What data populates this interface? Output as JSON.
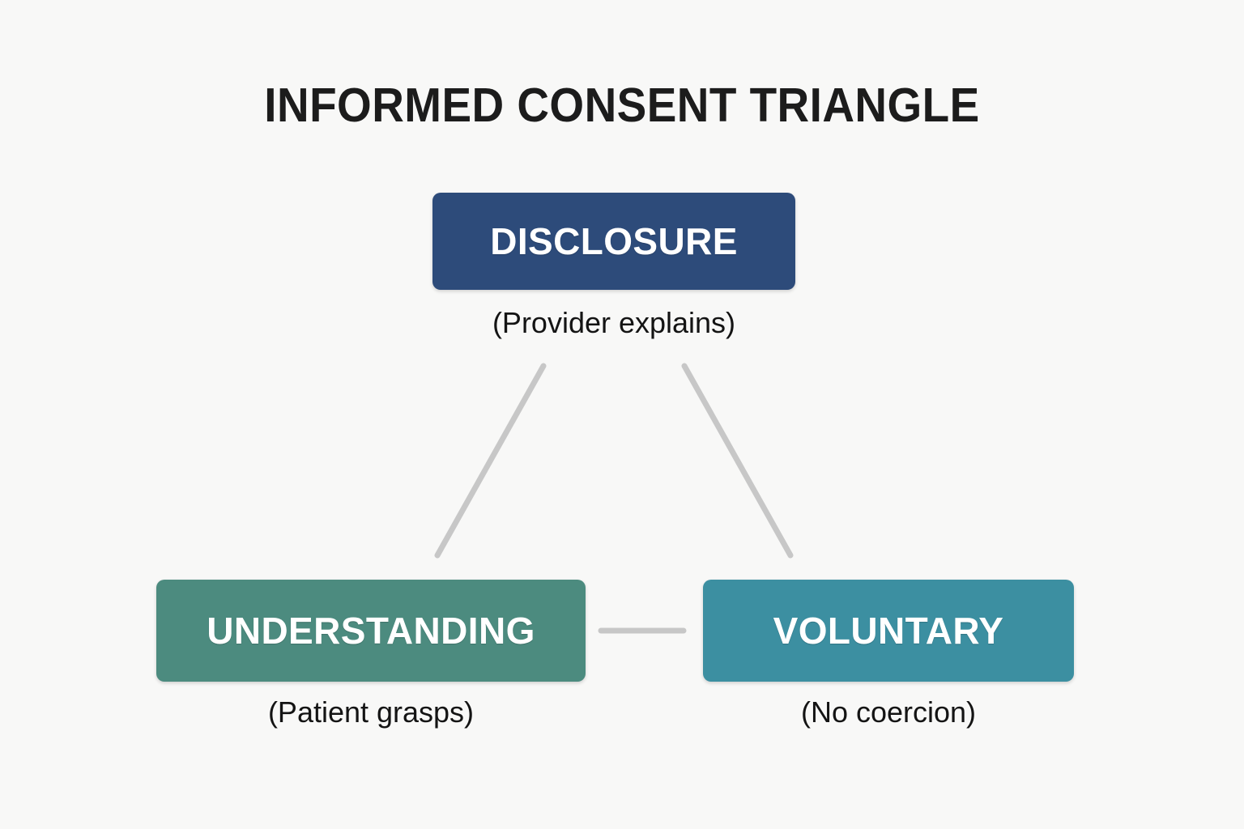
{
  "diagram": {
    "title": "INFORMED CONSENT TRIANGLE",
    "background_color": "#f8f8f7",
    "connector_color": "#c7c7c7",
    "nodes": [
      {
        "id": "disclosure",
        "label": "DISCLOSURE",
        "caption": "(Provider explains)",
        "color": "#2d4b7a",
        "text_color": "#ffffff",
        "position": "top"
      },
      {
        "id": "understanding",
        "label": "UNDERSTANDING",
        "caption": "(Patient grasps)",
        "color": "#4c8b7f",
        "text_color": "#ffffff",
        "position": "bottom-left"
      },
      {
        "id": "voluntary",
        "label": "VOLUNTARY",
        "caption": "(No coercion)",
        "color": "#3c8fa1",
        "text_color": "#ffffff",
        "position": "bottom-right"
      }
    ],
    "connectors": [
      {
        "from": "disclosure",
        "to": "understanding"
      },
      {
        "from": "disclosure",
        "to": "voluntary"
      },
      {
        "from": "understanding",
        "to": "voluntary"
      }
    ]
  }
}
